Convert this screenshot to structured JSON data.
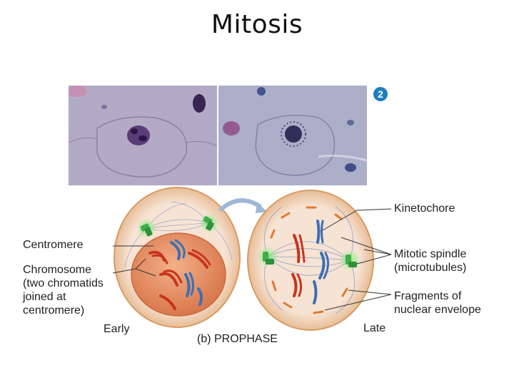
{
  "slide": {
    "title": "Mitosis"
  },
  "step_badge": "2",
  "labels": {
    "centromere": "Centromere",
    "chromosome": "Chromosome\n(two chromatids\njoined at\ncentromere)",
    "kinetochore": "Kinetochore",
    "mitotic_spindle": "Mitotic spindle\n(microtubules)",
    "fragments": "Fragments of\nnuclear envelope",
    "early": "Early",
    "late": "Late",
    "phase": "(b) PROPHASE"
  },
  "colors": {
    "cell_fill": "#f3d8c3",
    "cell_rim": "#e3b07a",
    "nucleus": "#e38e63",
    "chromosome_red": "#c8341e",
    "chromosome_blue": "#3d6fb5",
    "centrosome": "#3fae48",
    "micro_bg": "#b7b0c9"
  }
}
